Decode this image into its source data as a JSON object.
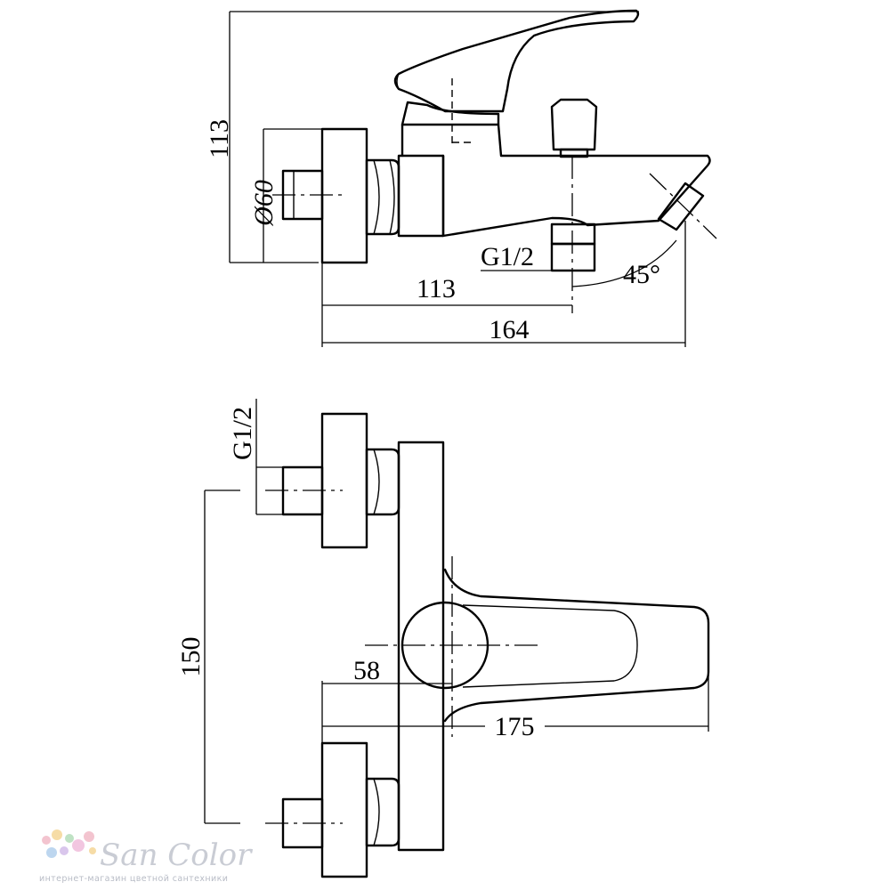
{
  "side_view": {
    "dimensions": {
      "height": "113",
      "diameter": "Ø60",
      "thread": "G1/2",
      "depth_to_spout": "113",
      "overall_depth": "164",
      "angle": "45°"
    }
  },
  "top_view": {
    "dimensions": {
      "thread": "G1/2",
      "center_distance": "150",
      "wall_to_lever": "58",
      "lever_length": "175"
    }
  },
  "watermark": {
    "brand": "San Color",
    "tagline": "интернет-магазин цветной сантехники",
    "dot_colors": [
      "#f3c4cf",
      "#f6dca6",
      "#bfe2c4",
      "#bdd6ef",
      "#d9c6ec",
      "#f2c6e0"
    ]
  }
}
